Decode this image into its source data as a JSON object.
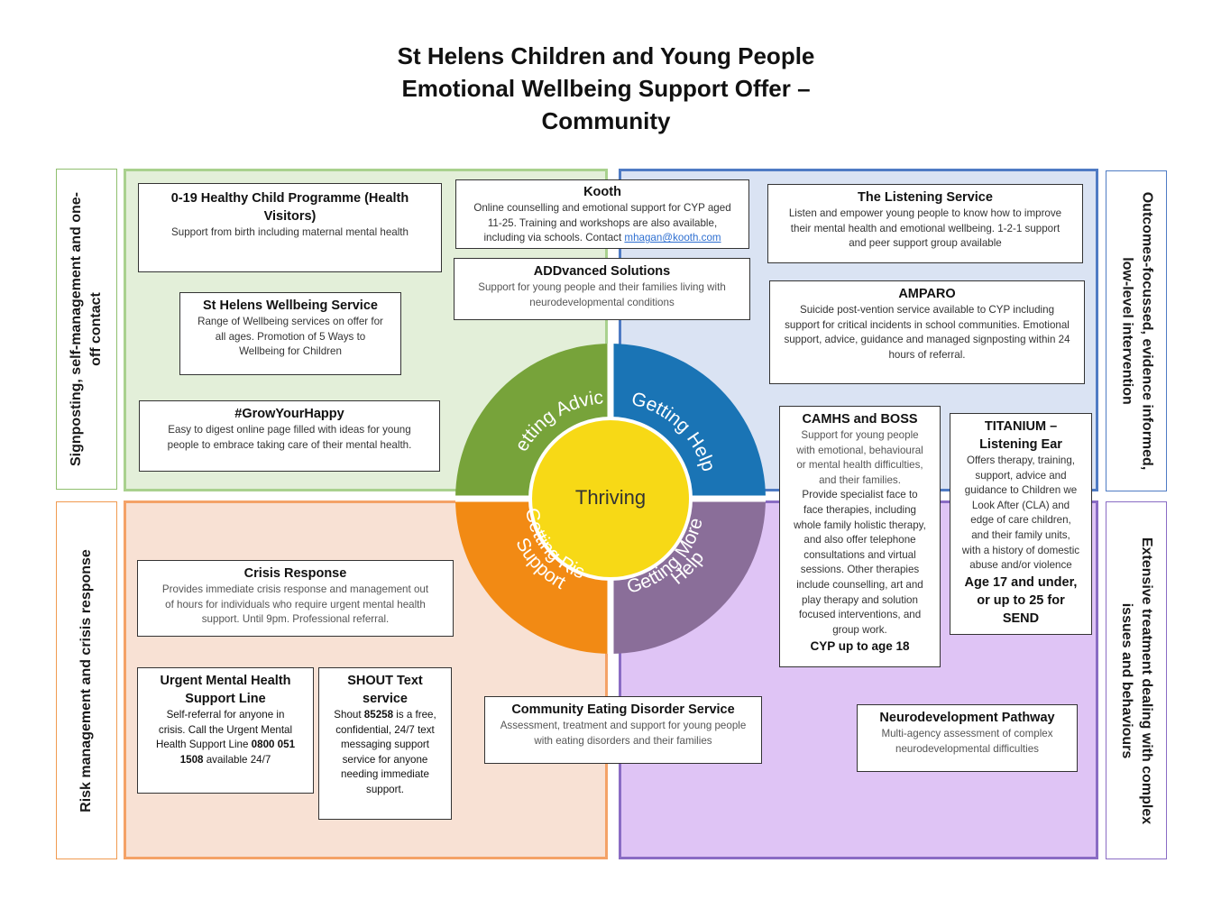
{
  "title": {
    "line1": "St Helens Children and Young People",
    "line2": "Emotional Wellbeing Support Offer –",
    "line3": "Community"
  },
  "side_labels": {
    "left_top": "Signposting, self-management and one-off contact",
    "left_top_line1": "Signposting, self-management and one-",
    "left_top_line2": "off contact",
    "left_bottom": "Risk management and crisis response",
    "right_top_line1": "Outcomes-focussed, evidence informed,",
    "right_top_line2": "low-level intervention",
    "right_bottom_line1": "Extensive treatment dealing with complex",
    "right_bottom_line2": "issues and behaviours"
  },
  "wheel": {
    "center": "Thriving",
    "segments": [
      {
        "label": "Getting Advice",
        "color": "#77a33a"
      },
      {
        "label": "Getting Help",
        "color": "#1a74b5"
      },
      {
        "label": "Getting More Help",
        "line1": "Getting More",
        "line2": "Help",
        "color": "#8a6e99"
      },
      {
        "label": "Getting Risk Support",
        "line1": "Getting Risk",
        "line2": "Support",
        "color": "#f28a14"
      }
    ],
    "center_color": "#f7d916"
  },
  "services": {
    "healthy_child": {
      "title_line1": "0-19 Healthy Child Programme (Health",
      "title_line2": "Visitors)",
      "text": "Support from birth including maternal mental health"
    },
    "wellbeing": {
      "title": "St Helens Wellbeing Service",
      "line1": "Range of Wellbeing services on offer for",
      "line2": "all ages. Promotion of 5 Ways  to",
      "line3": "Wellbeing for Children"
    },
    "growyourhappy": {
      "title": "#GrowYourHappy",
      "line1": "Easy to digest online page filled with ideas for young",
      "line2": "people to embrace taking care of their mental health."
    },
    "kooth": {
      "title": "Kooth",
      "line1": "Online counselling and emotional support for CYP  aged",
      "line2": "11-25. Training and workshops are also available,",
      "line3": "including via schools. Contact ",
      "email": "mhagan@kooth.com"
    },
    "addvanced": {
      "title": "ADDvanced Solutions",
      "line1": "Support for young people and their families living with",
      "line2": "neurodevelopmental conditions"
    },
    "listening": {
      "title": "The Listening  Service",
      "line1": "Listen and empower young people to know how to improve",
      "line2": "their mental health and emotional wellbeing. 1-2-1 support",
      "line3": "and peer support group available"
    },
    "amparo": {
      "title": "AMPARO",
      "line1": "Suicide post-vention service available to CYP including",
      "line2": "support for critical incidents in school communities. Emotional",
      "line3": "support, advice, guidance and managed signposting within 24",
      "line4": "hours of referral."
    },
    "camhs": {
      "title": "CAMHS and BOSS",
      "lines": [
        "Support for young people",
        "with emotional, behavioural",
        "or mental health difficulties,",
        "and their families.",
        "Provide specialist face to",
        "face therapies, including",
        "whole family holistic therapy,",
        "and also offer telephone",
        "consultations and virtual",
        "sessions. Other therapies",
        "include counselling, art and",
        "play therapy and solution",
        "focused interventions, and",
        "group work."
      ],
      "footer": "CYP up to age 18"
    },
    "titanium": {
      "title_line1": "TITANIUM –",
      "title_line2": "Listening  Ear",
      "lines": [
        "Offers therapy, training,",
        "support, advice and",
        "guidance to Children we",
        "Look After  (CLA) and",
        "edge of care children,",
        "and their family units,",
        "with a history of domestic",
        "abuse and/or violence"
      ],
      "footer_line1": "Age 17 and under,",
      "footer_line2": "or up to 25 for",
      "footer_line3": "SEND"
    },
    "crisis": {
      "title": "Crisis Response",
      "line1": "Provides immediate crisis response and management out",
      "line2": "of hours for individuals who require urgent mental health",
      "line3": "support. Until 9pm. Professional referral."
    },
    "urgent": {
      "title_line1": "Urgent Mental Health",
      "title_line2": "Support Line",
      "line1": "Self-referral for anyone in",
      "line2": "crisis. Call the Urgent Mental",
      "line3a": "Health Support Line ",
      "line3b": "0800 051",
      "line4a": "1508",
      "line4b": " available 24/7"
    },
    "shout": {
      "title_line1": "SHOUT Text",
      "title_line2": "service",
      "line1a": "Shout ",
      "line1b": "85258",
      "line1c": " is a free,",
      "line2": "confidential, 24/7 text",
      "line3": "messaging support",
      "line4": "service for  anyone",
      "line5": "needing immediate",
      "line6": "support."
    },
    "eating": {
      "title": "Community Eating Disorder Service",
      "line1": "Assessment, treatment and support for young people",
      "line2": "with eating disorders and their families"
    },
    "neuro": {
      "title": "Neurodevelopment  Pathway",
      "line1": "Multi-agency assessment of complex",
      "line2": "neurodevelopmental difficulties"
    }
  }
}
